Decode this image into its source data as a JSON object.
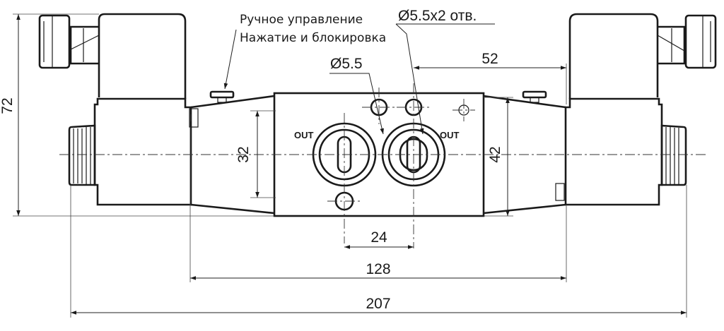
{
  "notes": {
    "manual_line1": "Ручное управление",
    "manual_line2": "Нажатие и блокировка",
    "holes_label": "Ø5.5x2 отв.",
    "hole_single": "Ø5.5"
  },
  "ports": {
    "left": "OUT",
    "right": "OUT"
  },
  "dimensions": {
    "height_total": "72",
    "body_height": "32",
    "body_height2": "42",
    "port_spacing": "24",
    "hole_offset": "52",
    "body_length": "128",
    "total_length": "207"
  }
}
